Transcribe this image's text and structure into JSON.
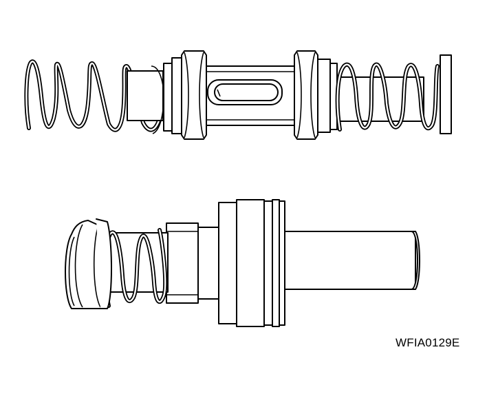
{
  "figure": {
    "code": "WFIA0129E",
    "ink": "#000000",
    "paper": "#ffffff",
    "assemblies": [
      {
        "id": "upper",
        "parts": [
          "left-spring",
          "piston-body",
          "slotted-piston",
          "right-spring",
          "end-cap"
        ]
      },
      {
        "id": "lower",
        "parts": [
          "spring-seat-cup",
          "coil-spring",
          "piston-collar",
          "flange",
          "o-rings",
          "shaft"
        ]
      }
    ]
  }
}
